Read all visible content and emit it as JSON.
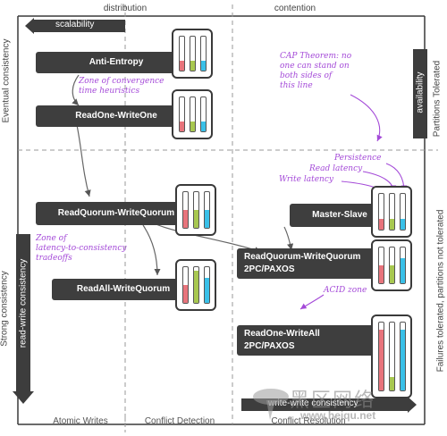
{
  "header": {
    "col_left": "distribution",
    "col_right": "contention",
    "scalability": "scalability",
    "availability": "availability"
  },
  "side": {
    "left_top": "Eventual consistency",
    "left_bottom": "Strong consistency",
    "left_bar": "read-write consistency",
    "right_top": "Partitions Tolerated",
    "right_bottom": "Failures tolerated, partitions not tolerated"
  },
  "footer": {
    "col1": "Atomic Writes",
    "col2": "Conflict Detection",
    "col3": "Conflict Resolution",
    "bar": "write-write consistency"
  },
  "nodes": [
    {
      "id": "anti-entropy",
      "lines": [
        "Anti-Entropy"
      ],
      "levels": [
        0.3,
        0.3,
        0.3
      ]
    },
    {
      "id": "readone-writeone",
      "lines": [
        "ReadOne-WriteOne"
      ],
      "levels": [
        0.3,
        0.3,
        0.3
      ]
    },
    {
      "id": "readquorum-writequorum",
      "lines": [
        "ReadQuorum-WriteQuorum"
      ],
      "levels": [
        0.5,
        0.5,
        0.5
      ]
    },
    {
      "id": "readall-writequorum",
      "lines": [
        "ReadAll-WriteQuorum"
      ],
      "levels": [
        0.5,
        0.9,
        0.7
      ]
    },
    {
      "id": "master-slave",
      "lines": [
        "Master-Slave"
      ],
      "levels": [
        0.3,
        0.3,
        0.3
      ]
    },
    {
      "id": "readquorum-writequorum-paxos",
      "lines": [
        "ReadQuorum-WriteQuorum",
        "2PC/PAXOS"
      ],
      "levels": [
        0.5,
        0.5,
        0.7
      ]
    },
    {
      "id": "readone-writeall-paxos",
      "lines": [
        "ReadOne-WriteAll",
        "2PC/PAXOS"
      ],
      "levels": [
        0.9,
        0.2,
        0.9
      ]
    }
  ],
  "annotations": {
    "convergence": "Zone of convergence\ntime heuristics",
    "cap": "CAP Theorem: no\none can stand on\nboth sides of\nthis line",
    "persistence": "Persistence",
    "read_latency": "Read latency",
    "write_latency": "Write latency",
    "latency_zone": "Zone of\nlatency-to-consistency\ntradeoffs",
    "acid": "ACID zone"
  },
  "colors": {
    "persistence": "#e8747c",
    "read_latency": "#a8c850",
    "write_latency": "#39c0e8",
    "annotation": "#a44ad8",
    "bar": "#3d3d3d"
  },
  "watermark": {
    "cjk": "黑区网络",
    "url": "www.heiqu.net"
  }
}
